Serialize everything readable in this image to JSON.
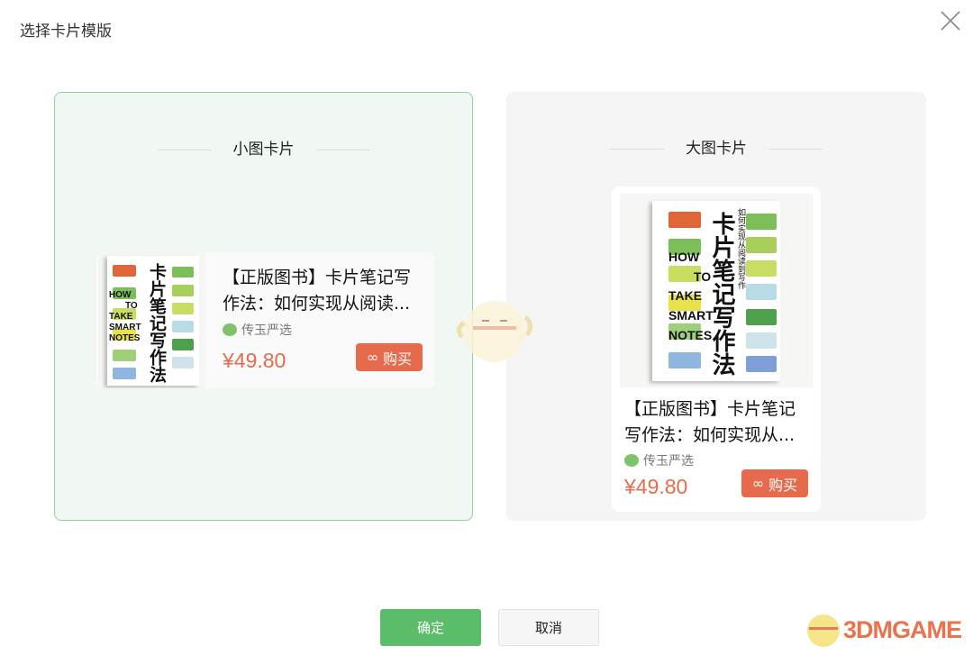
{
  "dialog": {
    "title": "选择卡片模版",
    "close_icon": "close-icon"
  },
  "book": {
    "cover_title": "卡片笔记写作法",
    "cover_subtitle": "如何实现从阅读到写作",
    "cover_english": [
      "HOW",
      "TO",
      "TAKE",
      "SMART",
      "NOTES"
    ]
  },
  "templates": [
    {
      "heading": "小图卡片",
      "selected": true,
      "title": "【正版图书】卡片笔记写作法：如何实现从阅读...",
      "title_lines": [
        "【正版图书】卡片笔记写",
        "作法：如何实现从阅读..."
      ],
      "shop": "传玉严选",
      "price": "¥49.80",
      "buy_label": "购买"
    },
    {
      "heading": "大图卡片",
      "selected": false,
      "title_lines": [
        "【正版图书】卡片笔记",
        "写作法：如何实现从..."
      ],
      "shop": "传玉严选",
      "price": "¥49.80",
      "buy_label": "购买"
    }
  ],
  "footer": {
    "confirm_label": "确定",
    "cancel_label": "取消"
  },
  "watermark": "3DMGAME",
  "colors": {
    "accent_green": "#5bbd6a",
    "price_red": "#e56b4b",
    "buy_button": "#e66a4c"
  }
}
